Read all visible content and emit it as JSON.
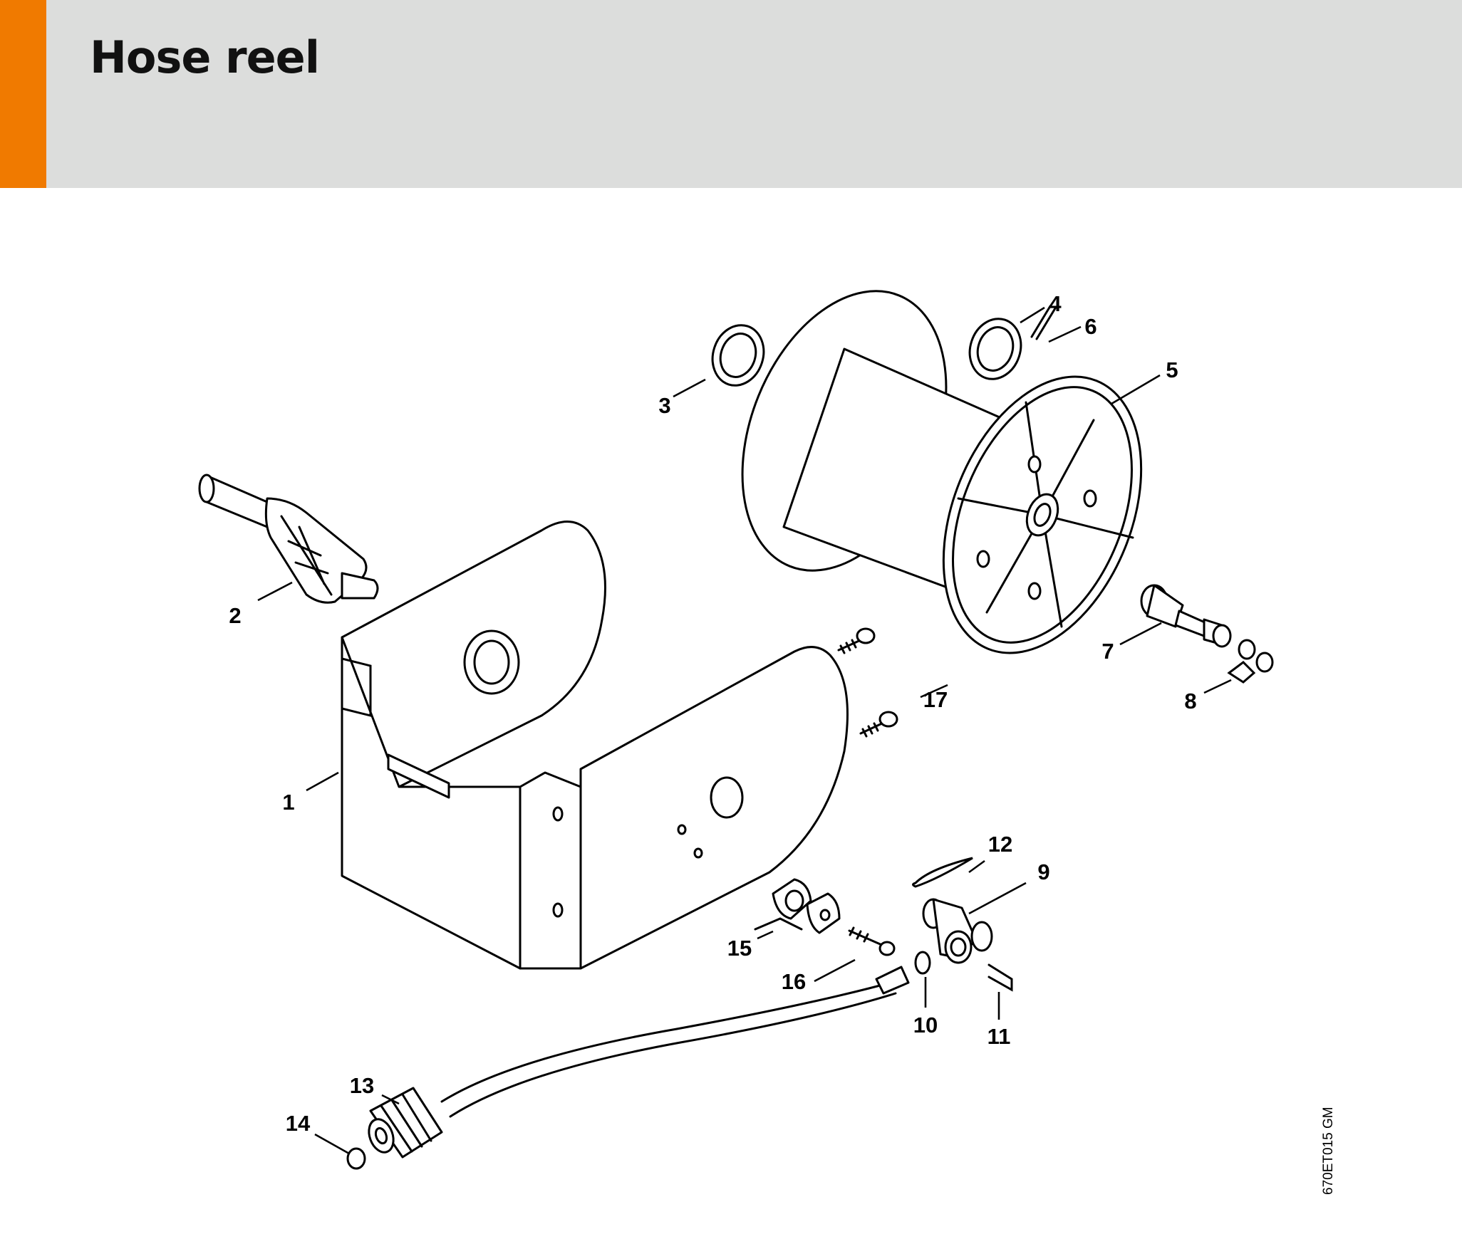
{
  "header": {
    "title": "Hose reel",
    "accent_color": "#f07a00",
    "background_color": "#dcdddc"
  },
  "diagram": {
    "drawing_code": "670ET015 GM",
    "callouts": [
      "1",
      "2",
      "3",
      "4",
      "5",
      "6",
      "7",
      "8",
      "9",
      "10",
      "11",
      "12",
      "13",
      "14",
      "15",
      "16",
      "17"
    ]
  }
}
